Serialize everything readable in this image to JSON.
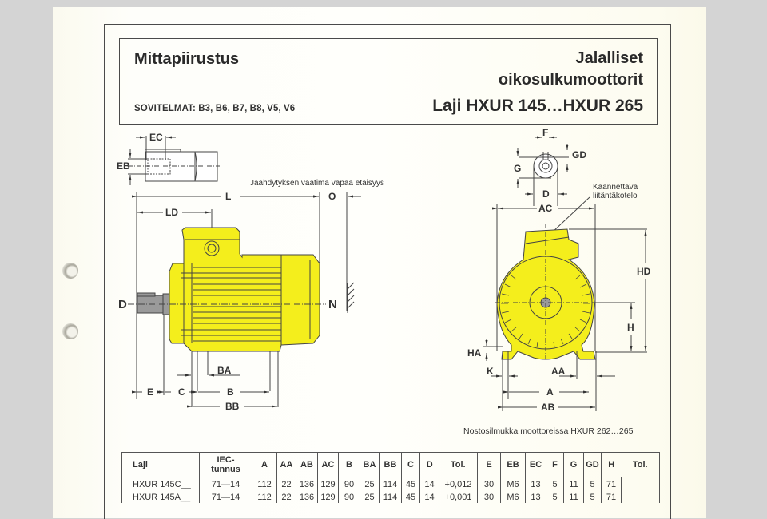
{
  "header": {
    "title": "Mittapiirustus",
    "mountings": "SOVITELMAT: B3, B6, B7, B8, V5, V6",
    "subtitle_line1": "Jalalliset",
    "subtitle_line2": "oikosulkumoottorit",
    "type_range": "Laji HXUR 145…HXUR 265"
  },
  "colors": {
    "motor_fill": "#f4ee1c",
    "shaft_fill": "#9a9a9a",
    "line": "#444444",
    "page_bg": "#fffffb",
    "backdrop": "#d4d4d4"
  },
  "side_view": {
    "labels": {
      "EC": "EC",
      "EB": "EB",
      "L": "L",
      "O": "O",
      "LD": "LD",
      "D": "D",
      "N": "N",
      "BA": "BA",
      "E": "E",
      "C": "C",
      "B": "B",
      "BB": "BB"
    },
    "cooling_note": "Jäähdytyksen vaatima vapaa etäisyys"
  },
  "end_view": {
    "labels": {
      "F": "F",
      "GD": "GD",
      "G": "G",
      "D": "D",
      "AC": "AC",
      "HD": "HD",
      "H": "H",
      "HA": "HA",
      "K": "K",
      "AA": "AA",
      "A": "A",
      "AB": "AB"
    },
    "terminal_box_note_line1": "Käännettävä",
    "terminal_box_note_line2": "liitäntäkotelo"
  },
  "lifting_note": "Nostosilmukka moottoreissa HXUR 262…265",
  "table": {
    "headers": [
      "Laji",
      "IEC-\ntunnus",
      "A",
      "AA",
      "AB",
      "AC",
      "B",
      "BA",
      "BB",
      "C",
      "D",
      "Tol.",
      "E",
      "EB",
      "EC",
      "F",
      "G",
      "GD",
      "H",
      "Tol."
    ],
    "header_iec_line1": "IEC-",
    "header_iec_line2": "tunnus",
    "rows": [
      [
        "HXUR 145C__",
        "71—14",
        "112",
        "22",
        "136",
        "129",
        "90",
        "25",
        "114",
        "45",
        "14",
        "+0,012",
        "30",
        "M6",
        "13",
        "5",
        "11",
        "5",
        "71",
        ""
      ],
      [
        "HXUR 145A__",
        "71—14",
        "112",
        "22",
        "136",
        "129",
        "90",
        "25",
        "114",
        "45",
        "14",
        "+0,001",
        "30",
        "M6",
        "13",
        "5",
        "11",
        "5",
        "71",
        ""
      ]
    ]
  }
}
